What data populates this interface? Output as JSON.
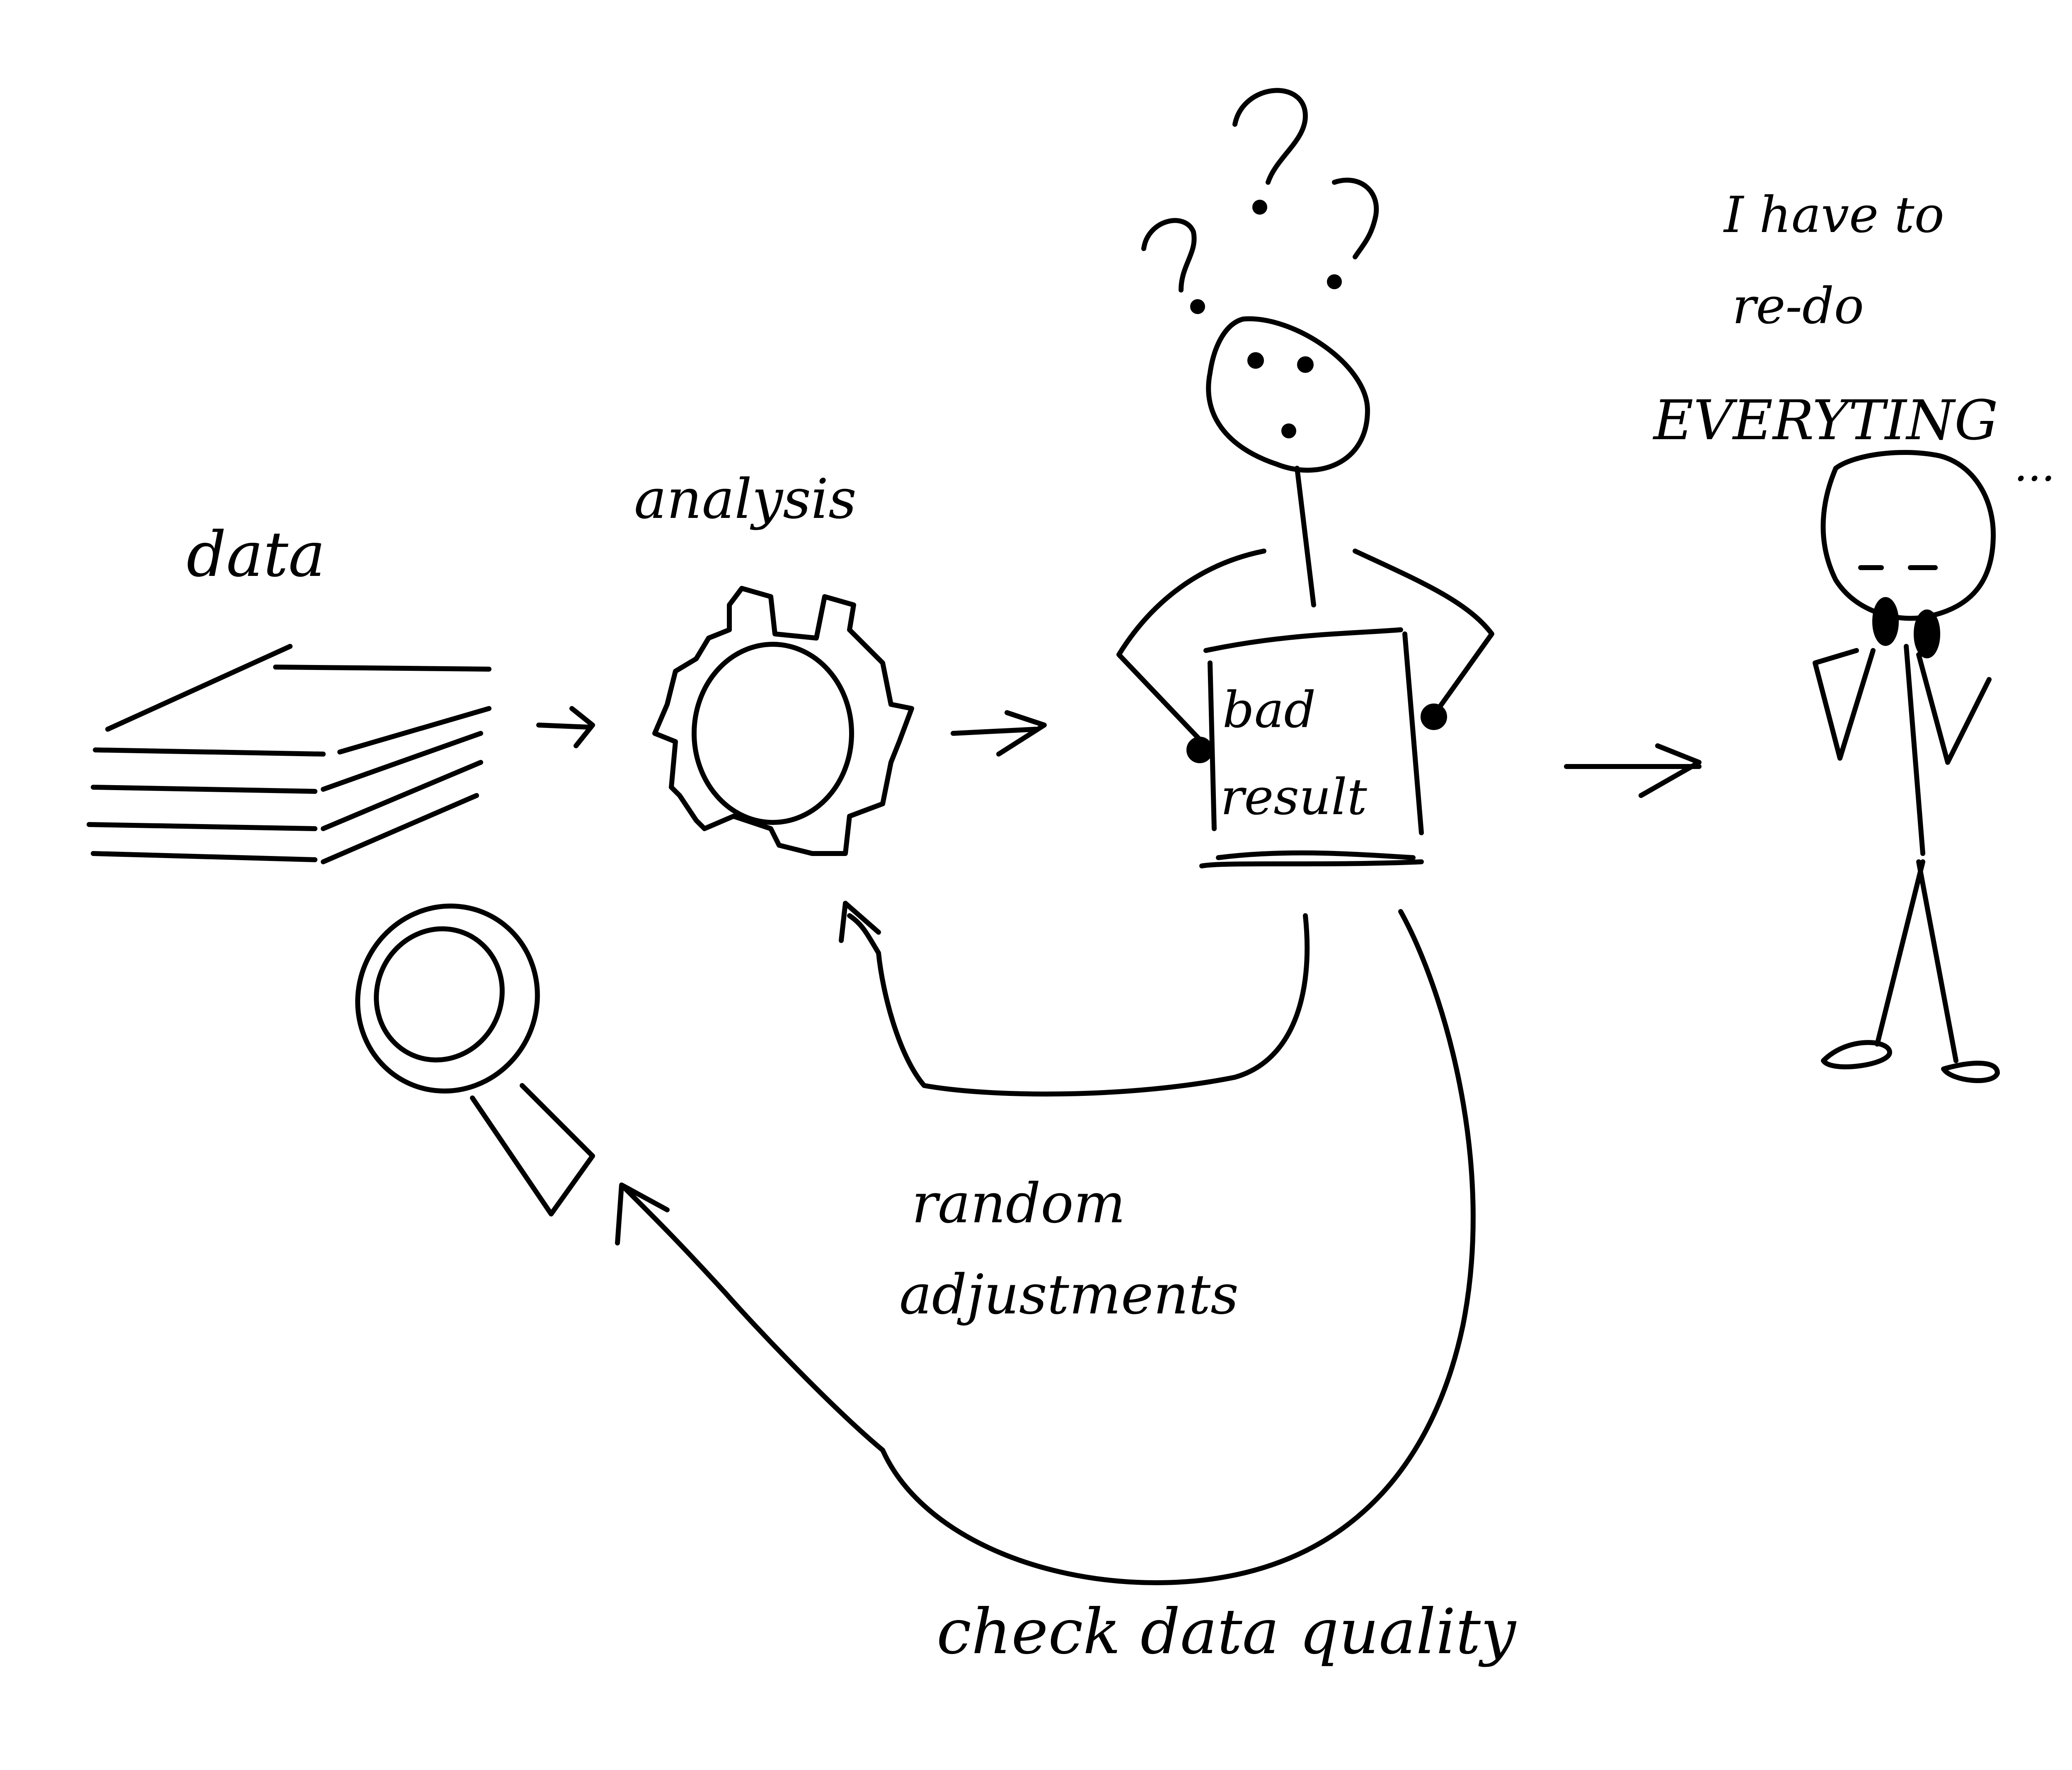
{
  "labels": {
    "data": "data",
    "analysis": "analysis",
    "result_line1": "bad",
    "result_line2": "result",
    "redo_line1": "I have to",
    "redo_line2": "re-do",
    "redo_line3": "EVERYTING",
    "ellipsis": "...",
    "random_line1": "random",
    "random_line2": "adjustments",
    "check_quality": "check data quality",
    "question_marks": [
      "?",
      "?",
      "?"
    ]
  },
  "style": {
    "ink_color": "#000000",
    "background_color": "#ffffff"
  },
  "icons": [
    "paper-stack-icon",
    "gear-icon",
    "magnifying-glass-icon",
    "stick-figure-confused",
    "stick-figure-dismayed"
  ]
}
